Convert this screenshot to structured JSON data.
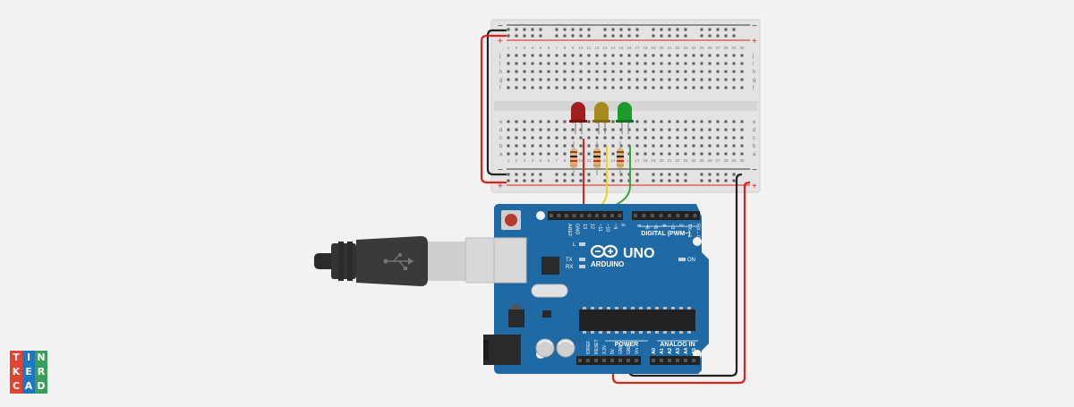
{
  "logo": {
    "name": "tinkercad-logo",
    "letters": [
      "T",
      "I",
      "N",
      "K",
      "E",
      "R",
      "C",
      "A",
      "D"
    ],
    "colors": [
      "#e2442f",
      "#1d77c2",
      "#3b9e58",
      "#e2442f",
      "#1d77c2",
      "#3b9e58",
      "#e2442f",
      "#1d77c2",
      "#3b9e58"
    ]
  },
  "arduino": {
    "brand": "ARDUINO",
    "model": "UNO",
    "digital_label": "DIGITAL (PWM~)",
    "power_label": "POWER",
    "analog_label": "ANALOG IN",
    "on_label": "ON",
    "l_label": "L",
    "tx_label": "TX",
    "rx_label": "RX",
    "digital_pins": [
      "AREF",
      "GND",
      "13",
      "12",
      "~11",
      "~10",
      "~9",
      "8",
      "7",
      "~6",
      "~5",
      "4",
      "~3",
      "2",
      "TX→1",
      "RX←0"
    ],
    "power_pins": [
      "IOREF",
      "RESET",
      "3.3V",
      "5V",
      "GND",
      "GND",
      "Vin"
    ],
    "analog_pins": [
      "A0",
      "A1",
      "A2",
      "A3",
      "A4",
      "A5"
    ],
    "board_color": "#1f6aa5"
  },
  "breadboard": {
    "row_letters_top": [
      "j",
      "i",
      "h",
      "g",
      "f"
    ],
    "row_letters_bottom": [
      "e",
      "d",
      "c",
      "b",
      "a"
    ],
    "column_numbers": [
      "1",
      "2",
      "3",
      "4",
      "5",
      "6",
      "7",
      "8",
      "9",
      "10",
      "11",
      "12",
      "13",
      "14",
      "15",
      "16",
      "17",
      "18",
      "19",
      "20",
      "21",
      "22",
      "23",
      "24",
      "25",
      "26",
      "27",
      "28",
      "29",
      "30"
    ],
    "rail_plus": "+",
    "rail_minus": "−"
  },
  "leds": [
    {
      "name": "red-led",
      "color": "#a11d1d"
    },
    {
      "name": "yellow-led",
      "color": "#a88a1a"
    },
    {
      "name": "green-led",
      "color": "#1c9a2b"
    }
  ],
  "wire_colors": {
    "red": "#d9261c",
    "black": "#222222",
    "yellow": "#f0d020",
    "green": "#3aa53a"
  }
}
